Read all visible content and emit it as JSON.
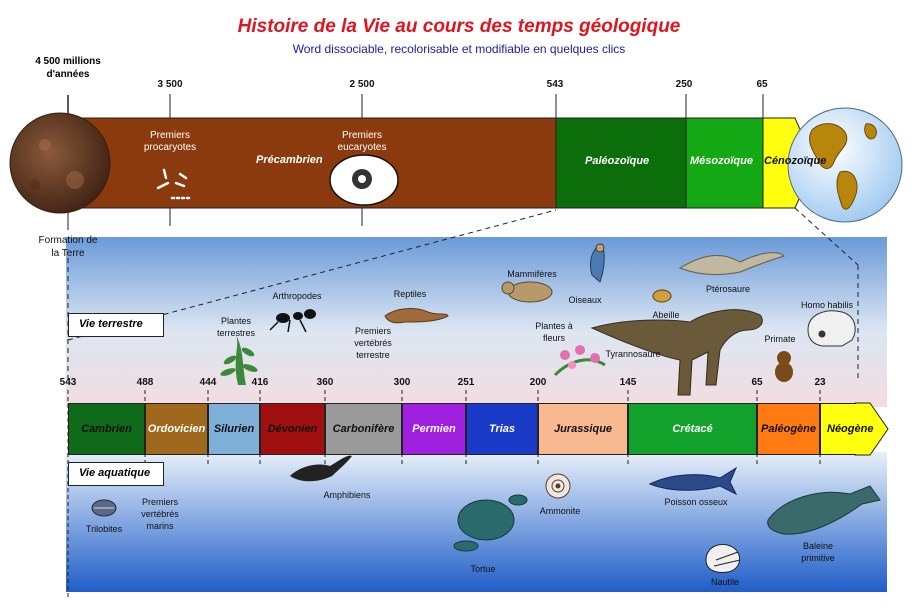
{
  "header": {
    "title": "Histoire de la Vie au cours des temps géologique",
    "subtitle": "Word dissociable, recolorisable et modifiable en quelques clics"
  },
  "top_timeline": {
    "start_label_line1": "4 500 millions",
    "start_label_line2": "d'années",
    "ticks": [
      "3 500",
      "2 500",
      "543",
      "250",
      "65"
    ],
    "eras": [
      "Précambrien",
      "Paléozoïque",
      "Mésozoïque",
      "Cénozoïque"
    ],
    "events": {
      "procaryotes": [
        "Premiers",
        "procaryotes"
      ],
      "eucaryotes": [
        "Premiers",
        "eucaryotes"
      ],
      "formation": [
        "Formation de",
        "la Terre"
      ]
    },
    "colors": {
      "precambrien": "#8b3a0e",
      "paleozoique": "#0b6e0b",
      "mesozoique": "#14a814",
      "cenozoique": "#ffff10"
    }
  },
  "bottom_timeline": {
    "ticks": [
      "543",
      "488",
      "444",
      "416",
      "360",
      "300",
      "251",
      "200",
      "145",
      "65",
      "23"
    ],
    "periods": [
      {
        "name": "Cambrien",
        "color": "#0f6a1a",
        "text": "#111"
      },
      {
        "name": "Ordovicien",
        "color": "#a0681c",
        "text": "#fff"
      },
      {
        "name": "Silurien",
        "color": "#7fb0d8",
        "text": "#111"
      },
      {
        "name": "Dévonien",
        "color": "#a01010",
        "text": "#111"
      },
      {
        "name": "Carbonifère",
        "color": "#9a9a9a",
        "text": "#111"
      },
      {
        "name": "Permien",
        "color": "#a020e0",
        "text": "#fff"
      },
      {
        "name": "Trias",
        "color": "#1a3ac8",
        "text": "#fff"
      },
      {
        "name": "Jurassique",
        "color": "#f8b890",
        "text": "#111"
      },
      {
        "name": "Crétacé",
        "color": "#12a12a",
        "text": "#fff"
      },
      {
        "name": "Paléogène",
        "color": "#ff7a10",
        "text": "#111"
      },
      {
        "name": "Néogène",
        "color": "#ffff10",
        "text": "#111"
      }
    ],
    "box_terrestre": "Vie terrestre",
    "box_aquatique": "Vie aquatique"
  },
  "organisms": {
    "arthropodes": "Arthropodes",
    "reptiles": "Reptiles",
    "mammiferes": "Mammifères",
    "oiseaux": "Oiseaux",
    "pterosaure": "Ptérosaure",
    "plantes_terrestres": [
      "Plantes",
      "terrestres"
    ],
    "vertebres_terrestre": [
      "Premiers",
      "vertébrés",
      "terrestre"
    ],
    "plantes_fleurs": [
      "Plantes à",
      "fleurs"
    ],
    "abeille": "Abeille",
    "tyrannosaure": "Tyrannosaure",
    "homo": "Homo habilis",
    "primate": "Primate",
    "trilobites": "Trilobites",
    "vertebres_marins": [
      "Premiers",
      "vertébrés",
      "marins"
    ],
    "amphibiens": "Amphibiens",
    "ammonite": "Ammonite",
    "tortue": "Tortue",
    "poisson": "Poisson osseux",
    "baleine": [
      "Baleine",
      "primitive"
    ],
    "nautile": "Nautile"
  }
}
